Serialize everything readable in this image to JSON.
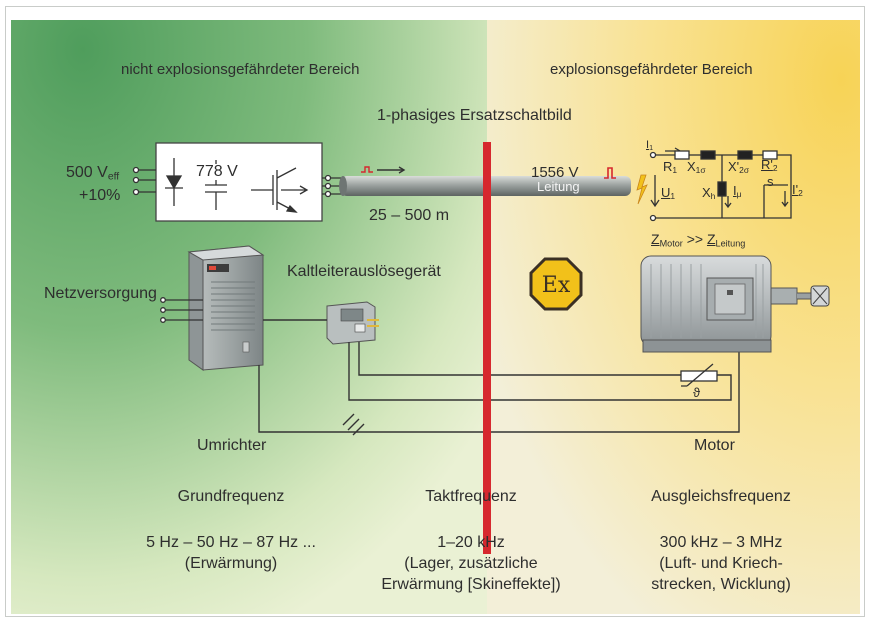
{
  "regions": {
    "safe": "nicht explosionsgefährdeter Bereich",
    "hazardous": "explosionsgefährdeter Bereich"
  },
  "diagram_title": "1-phasiges Ersatzschaltbild",
  "supply": {
    "voltage": "500 V",
    "voltage_sub": "eff",
    "tolerance": "+10%"
  },
  "dc_link_voltage": "778 V",
  "cable": {
    "length": "25 – 500 m",
    "label": "Leitung",
    "peak_voltage": "1556 V"
  },
  "equivalent_circuit": {
    "current": "I",
    "current_sub": "1",
    "r1": "R",
    "r1_sub": "1",
    "x1": "X",
    "x1_sub": "1σ",
    "xh": "X",
    "xh_sub": "h",
    "u1": "U",
    "u1_sub": "1",
    "imu": "I",
    "imu_sub": "μ",
    "x2": "X'",
    "x2_sub": "2σ",
    "r2": "R'",
    "r2_sub": "2",
    "slip": "s",
    "i2": "I'",
    "i2_sub": "2"
  },
  "impedance": {
    "z1": "Z",
    "z1_sub": "Motor",
    "op": " >> ",
    "z2": "Z",
    "z2_sub": "Leitung"
  },
  "labels": {
    "network": "Netzversorgung",
    "ptc_relay": "Kaltleiterauslösegerät",
    "converter": "Umrichter",
    "motor": "Motor",
    "theta": "ϑ",
    "ex_mark": "Ex"
  },
  "frequencies": [
    {
      "title": "Grundfrequenz",
      "lines": [
        "5 Hz – 50 Hz – 87 Hz ...",
        "(Erwärmung)"
      ]
    },
    {
      "title": "Taktfrequenz",
      "lines": [
        "1–20 kHz",
        "(Lager, zusätzliche",
        "Erwärmung [Skineffekte])"
      ]
    },
    {
      "title": "Ausgleichsfrequenz",
      "lines": [
        "300 kHz – 3 MHz",
        "(Luft- und Kriech-",
        "strecken, Wicklung)"
      ]
    }
  ],
  "colors": {
    "safe_zone": "#58a765",
    "hazard_zone": "#f6d45e",
    "barrier": "#d6282e",
    "ex_symbol": "#f2c11a"
  }
}
